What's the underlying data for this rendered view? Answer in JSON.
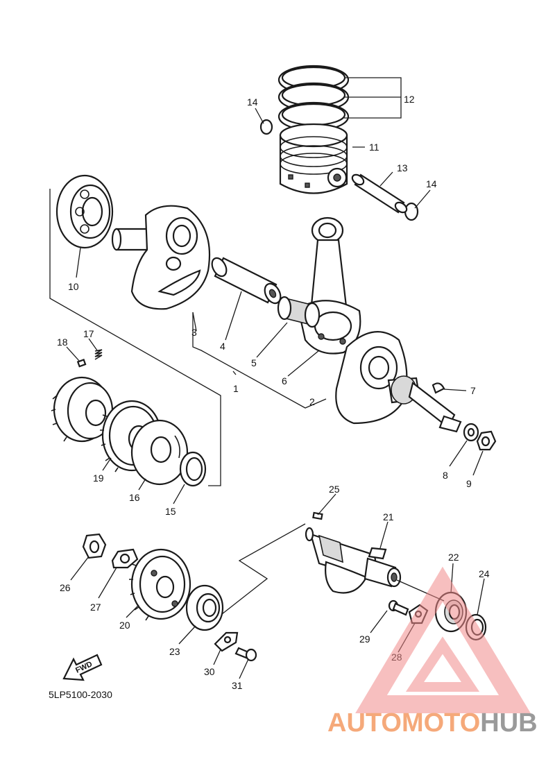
{
  "diagram_code": "5LP5100-2030",
  "fwd_label": "FWD",
  "callouts": [
    {
      "id": "1",
      "text": "1"
    },
    {
      "id": "2",
      "text": "2"
    },
    {
      "id": "3",
      "text": "3"
    },
    {
      "id": "4",
      "text": "4"
    },
    {
      "id": "5",
      "text": "5"
    },
    {
      "id": "6",
      "text": "6"
    },
    {
      "id": "7",
      "text": "7"
    },
    {
      "id": "8",
      "text": "8"
    },
    {
      "id": "9",
      "text": "9"
    },
    {
      "id": "10",
      "text": "10"
    },
    {
      "id": "11",
      "text": "11"
    },
    {
      "id": "12",
      "text": "12"
    },
    {
      "id": "13",
      "text": "13"
    },
    {
      "id": "14a",
      "text": "14"
    },
    {
      "id": "14b",
      "text": "14"
    },
    {
      "id": "15",
      "text": "15"
    },
    {
      "id": "16",
      "text": "16"
    },
    {
      "id": "17",
      "text": "17"
    },
    {
      "id": "18",
      "text": "18"
    },
    {
      "id": "19",
      "text": "19"
    },
    {
      "id": "20",
      "text": "20"
    },
    {
      "id": "21",
      "text": "21"
    },
    {
      "id": "22",
      "text": "22"
    },
    {
      "id": "23",
      "text": "23"
    },
    {
      "id": "24",
      "text": "24"
    },
    {
      "id": "25",
      "text": "25"
    },
    {
      "id": "26",
      "text": "26"
    },
    {
      "id": "27",
      "text": "27"
    },
    {
      "id": "28",
      "text": "28"
    },
    {
      "id": "29",
      "text": "29"
    },
    {
      "id": "30",
      "text": "30"
    },
    {
      "id": "31",
      "text": "31"
    }
  ],
  "watermark": {
    "part1": "AUTOMOTO",
    "part2": "HUB",
    "color_primary": "#f5a97a",
    "color_secondary": "#9a9a9a",
    "triangle_color": "#f08a8a"
  }
}
